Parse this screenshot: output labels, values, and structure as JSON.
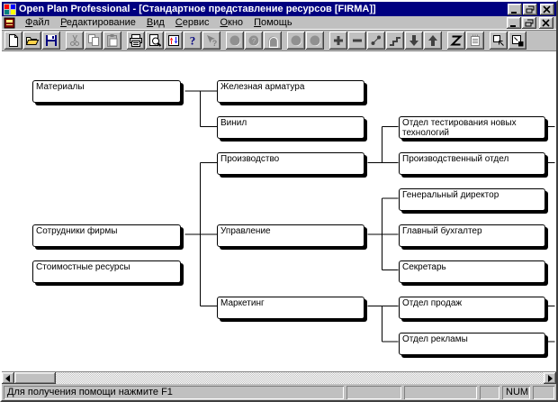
{
  "window": {
    "title": "Open Plan Professional - [Стандартное представление ресурсов [FIRMA]]",
    "controls": [
      "minimize",
      "restore",
      "close"
    ]
  },
  "menu": {
    "items": [
      "Файл",
      "Редактирование",
      "Вид",
      "Сервис",
      "Окно",
      "Помощь"
    ]
  },
  "toolbar": {
    "groups": [
      [
        {
          "name": "new-file",
          "enabled": true
        },
        {
          "name": "open-file",
          "enabled": true
        },
        {
          "name": "save-file",
          "enabled": true
        }
      ],
      [
        {
          "name": "cut",
          "enabled": false
        },
        {
          "name": "copy",
          "enabled": false
        },
        {
          "name": "paste",
          "enabled": false
        }
      ],
      [
        {
          "name": "print",
          "enabled": true
        },
        {
          "name": "print-preview",
          "enabled": true
        },
        {
          "name": "transfer",
          "enabled": true
        },
        {
          "name": "help",
          "enabled": true
        },
        {
          "name": "context-help",
          "enabled": false
        }
      ],
      [
        {
          "name": "node-circle",
          "enabled": false
        },
        {
          "name": "node-question",
          "enabled": false
        },
        {
          "name": "node-arch",
          "enabled": false
        }
      ],
      [
        {
          "name": "node-filled-a",
          "enabled": false
        },
        {
          "name": "node-filled-b",
          "enabled": false
        }
      ],
      [
        {
          "name": "add",
          "enabled": true
        },
        {
          "name": "remove",
          "enabled": true
        },
        {
          "name": "link-nodes",
          "enabled": true
        },
        {
          "name": "step-chart",
          "enabled": true
        },
        {
          "name": "move-down",
          "enabled": true
        },
        {
          "name": "move-up",
          "enabled": true
        }
      ],
      [
        {
          "name": "zigzag",
          "enabled": true
        },
        {
          "name": "notes",
          "enabled": false
        }
      ],
      [
        {
          "name": "fit-window-small",
          "enabled": true
        },
        {
          "name": "fit-window-large",
          "enabled": true
        }
      ]
    ]
  },
  "diagram": {
    "nodes": [
      {
        "id": "materials",
        "label": "Материалы",
        "col": 0,
        "row": 0,
        "children": [
          "iron",
          "vinyl"
        ]
      },
      {
        "id": "iron",
        "label": "Железная арматура",
        "col": 1,
        "row": 0
      },
      {
        "id": "vinyl",
        "label": "Винил",
        "col": 1,
        "row": 1
      },
      {
        "id": "production",
        "label": "Производство",
        "col": 1,
        "row": 2,
        "children": [
          "test_dept",
          "prod_dept"
        ]
      },
      {
        "id": "test_dept",
        "label": "Отдел тестирования новых технологий",
        "col": 2,
        "row": 1,
        "offscreen_children": true
      },
      {
        "id": "prod_dept",
        "label": "Производственный отдел",
        "col": 2,
        "row": 2,
        "offscreen_children": true
      },
      {
        "id": "director",
        "label": "Генеральный директор",
        "col": 2,
        "row": 3
      },
      {
        "id": "employees",
        "label": "Сотрудники фирмы",
        "col": 0,
        "row": 4,
        "children": [
          "production",
          "management",
          "marketing"
        ]
      },
      {
        "id": "management",
        "label": "Управление",
        "col": 1,
        "row": 4,
        "children": [
          "director",
          "accountant",
          "secretary"
        ]
      },
      {
        "id": "accountant",
        "label": "Главный бухгалтер",
        "col": 2,
        "row": 4
      },
      {
        "id": "cost",
        "label": "Стоимостные ресурсы",
        "col": 0,
        "row": 5
      },
      {
        "id": "secretary",
        "label": "Секретарь",
        "col": 2,
        "row": 5
      },
      {
        "id": "marketing",
        "label": "Маркетинг",
        "col": 1,
        "row": 6,
        "children": [
          "sales",
          "ads"
        ]
      },
      {
        "id": "sales",
        "label": "Отдел продаж",
        "col": 2,
        "row": 6,
        "offscreen_children": true
      },
      {
        "id": "ads",
        "label": "Отдел рекламы",
        "col": 2,
        "row": 7,
        "offscreen_children": true
      }
    ]
  },
  "statusbar": {
    "message": "Для получения помощи нажмите F1",
    "panes": [
      "",
      "",
      "",
      "NUM",
      ""
    ]
  },
  "colors": {
    "titlebar": "#000080",
    "chrome": "#c0c0c0",
    "canvas": "#ffffff",
    "box_border": "#000000",
    "connector": "#000000"
  }
}
